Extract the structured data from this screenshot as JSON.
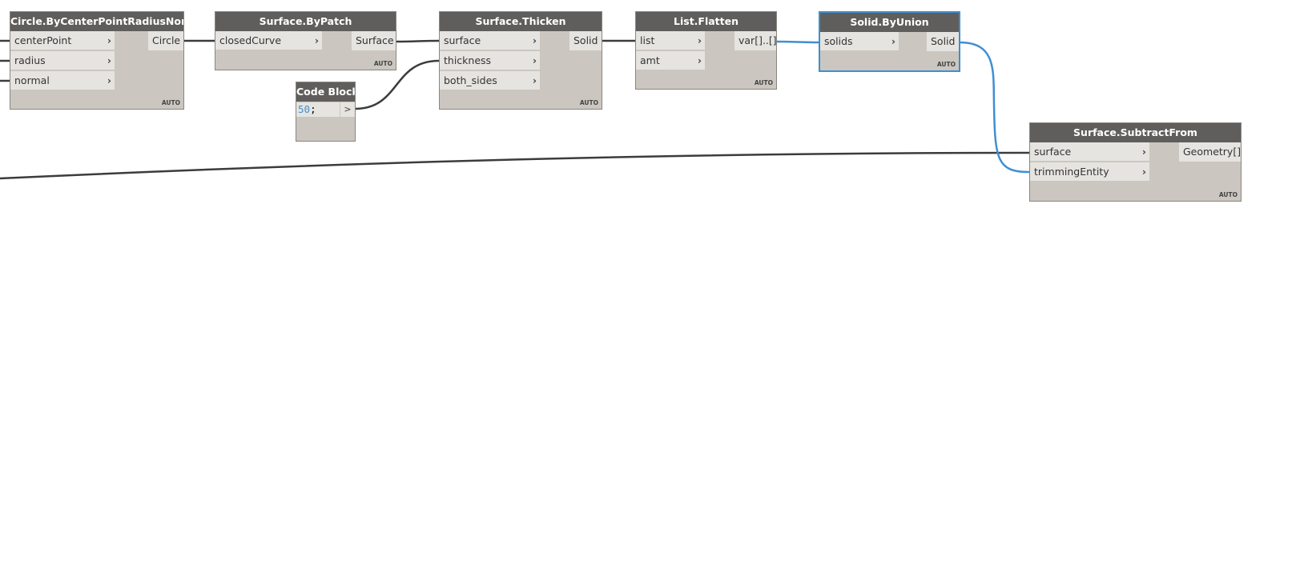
{
  "colors": {
    "wire": "#3c3c3c",
    "selected_wire": "#3f8fd2",
    "header": "#5f5e5c",
    "body": "#cbc7c0",
    "port": "#e6e4e0"
  },
  "auto_label": "AUTO",
  "nodes": [
    {
      "id": "circle",
      "title": "Circle.ByCenterPointRadiusNormal",
      "inputs": [
        "centerPoint",
        "radius",
        "normal"
      ],
      "outputs": [
        "Circle"
      ]
    },
    {
      "id": "bypatch",
      "title": "Surface.ByPatch",
      "inputs": [
        "closedCurve"
      ],
      "outputs": [
        "Surface"
      ]
    },
    {
      "id": "thicken",
      "title": "Surface.Thicken",
      "inputs": [
        "surface",
        "thickness",
        "both_sides"
      ],
      "outputs": [
        "Solid"
      ]
    },
    {
      "id": "flatten",
      "title": "List.Flatten",
      "inputs": [
        "list",
        "amt"
      ],
      "outputs": [
        "var[]..[]"
      ]
    },
    {
      "id": "union",
      "title": "Solid.ByUnion",
      "inputs": [
        "solids"
      ],
      "outputs": [
        "Solid"
      ],
      "selected": true
    },
    {
      "id": "subtract",
      "title": "Surface.SubtractFrom",
      "inputs": [
        "surface",
        "trimmingEntity"
      ],
      "outputs": [
        "Geometry[]"
      ]
    }
  ],
  "code_block": {
    "title": "Code Block",
    "code_value": "50",
    "code_suffix": ";",
    "output": ">"
  }
}
